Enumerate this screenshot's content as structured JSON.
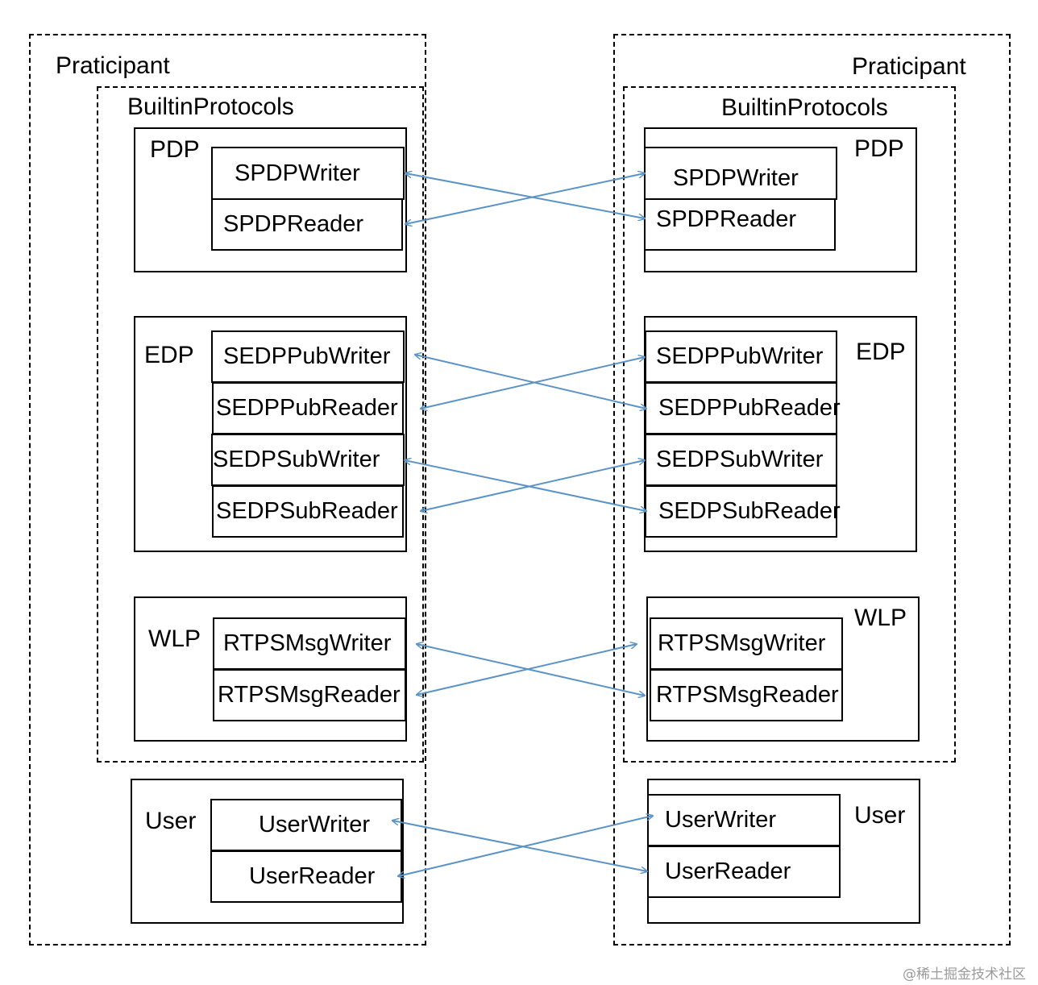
{
  "left": {
    "participant_label": "Praticipant",
    "builtin_label": "BuiltinProtocols",
    "pdp": {
      "label": "PDP",
      "writer": "SPDPWriter",
      "reader": "SPDPReader"
    },
    "edp": {
      "label": "EDP",
      "pub_writer": "SEDPPubWriter",
      "pub_reader": "SEDPPubReader",
      "sub_writer": "SEDPSubWriter",
      "sub_reader": "SEDPSubReader"
    },
    "wlp": {
      "label": "WLP",
      "writer": "RTPSMsgWriter",
      "reader": "RTPSMsgReader"
    },
    "user": {
      "label": "User",
      "writer": "UserWriter",
      "reader": "UserReader"
    }
  },
  "right": {
    "participant_label": "Praticipant",
    "builtin_label": "BuiltinProtocols",
    "pdp": {
      "label": "PDP",
      "writer": "SPDPWriter",
      "reader": "SPDPReader"
    },
    "edp": {
      "label": "EDP",
      "pub_writer": "SEDPPubWriter",
      "pub_reader": "SEDPPubReader",
      "sub_writer": "SEDPSubWriter",
      "sub_reader": "SEDPSubReader"
    },
    "wlp": {
      "label": "WLP",
      "writer": "RTPSMsgWriter",
      "reader": "RTPSMsgReader"
    },
    "user": {
      "label": "User",
      "writer": "UserWriter",
      "reader": "UserReader"
    }
  },
  "connector_color": "#5b93c7",
  "watermark": "@稀土掘金技术社区"
}
